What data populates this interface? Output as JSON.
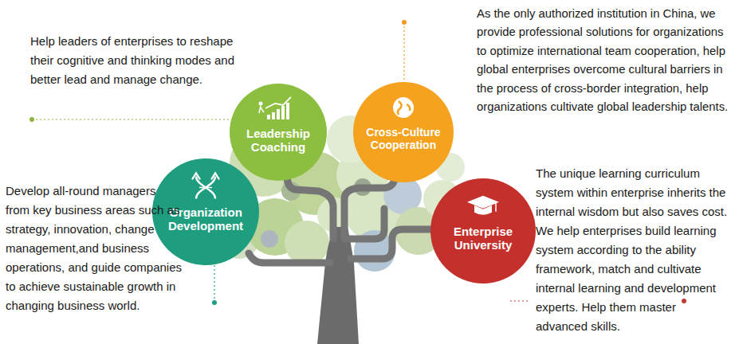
{
  "diagram": {
    "nodes": [
      {
        "text": [
          "Leadership Coaching"
        ]
      },
      {
        "text": [
          "Cross-Culture Cooperation"
        ]
      },
      {
        "text": [
          "Organization Development"
        ]
      },
      {
        "text": [
          "Enterprise University"
        ]
      }
    ],
    "labels": [
      "Help leaders of enterprises to reshape their cognitive and thinking modes and better lead and manage change.",
      "As the only authorized institution in China, we provide professional solutions for organizations to optimize international team cooperation, help global enterprises overcome cultural barriers in the process of cross-border integration, help organizations cultivate global leadership talents.",
      "Develop all-round managers from key business areas such as strategy, innovation, change management,and business operations, and guide companies to achieve sustainable growth in changing business world.",
      "The unique learning curriculum system within enterprise inherits the internal wisdom but also saves cost. We help enterprises build learning system according to the ability framework, match and cultivate internal learning and development experts. Help them master advanced skills."
    ]
  }
}
